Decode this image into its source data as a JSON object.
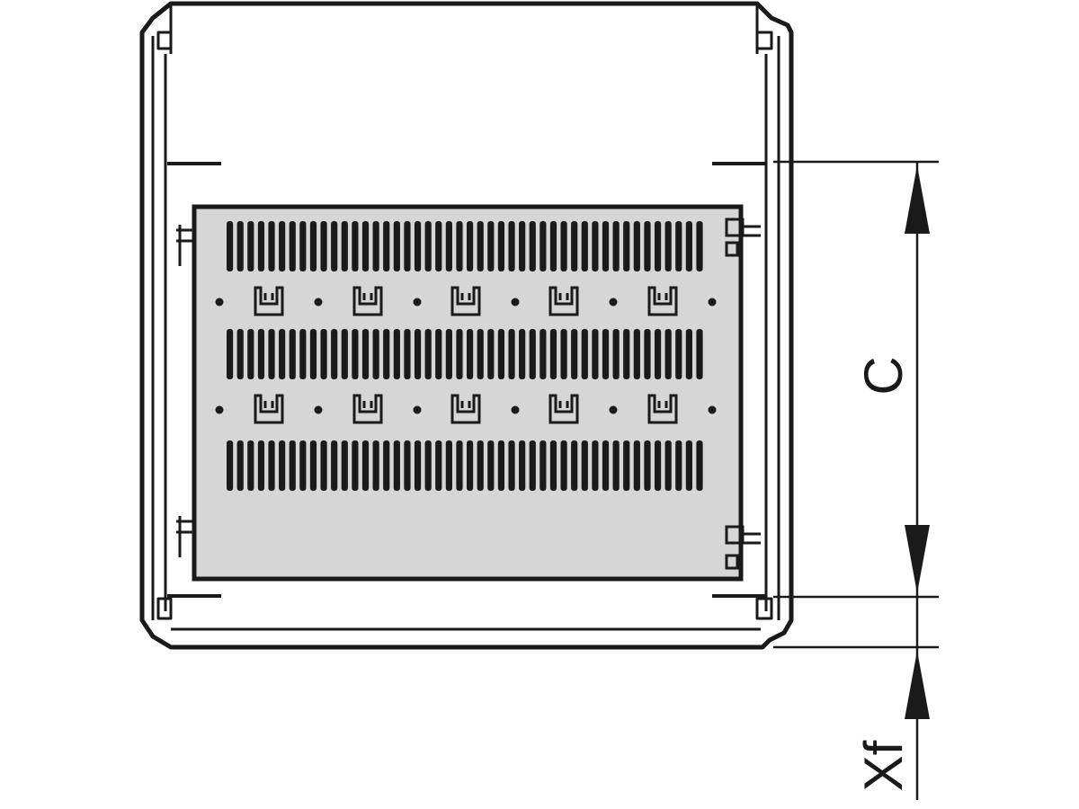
{
  "dimensions": {
    "c_label": "C",
    "xf_label": "Xf"
  },
  "colors": {
    "line": "#1a1a1a",
    "plate_fill": "#d6d6d6",
    "background": "#ffffff"
  },
  "plate": {
    "vent_rows": 3,
    "slots_per_row": 46,
    "clip_rows": 2,
    "clips_per_row": 5,
    "holes_per_row": 6
  }
}
